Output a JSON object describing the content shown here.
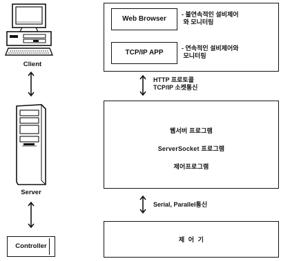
{
  "left": {
    "client_label": "Client",
    "server_label": "Server",
    "controller_label": "Controller"
  },
  "top_box": {
    "web_browser_label": "Web Browser",
    "web_browser_desc": "- 불연속적인 설비제어\n 와 모니터링",
    "tcpip_label": "TCP/IP APP",
    "tcpip_desc": "- 연속적인 설비제어와\n 모니터링"
  },
  "protocol1": {
    "line1": "HTTP 프로토콜",
    "line2": "TCP/IP 소켓통신"
  },
  "server_box": {
    "line1": "웹서버 프로그램",
    "line2": "ServerSocket 프로그램",
    "line3": "제어프로그램"
  },
  "protocol2": {
    "text": "Serial, Parallel통신"
  },
  "controller_box": {
    "text": "제  어  기"
  }
}
